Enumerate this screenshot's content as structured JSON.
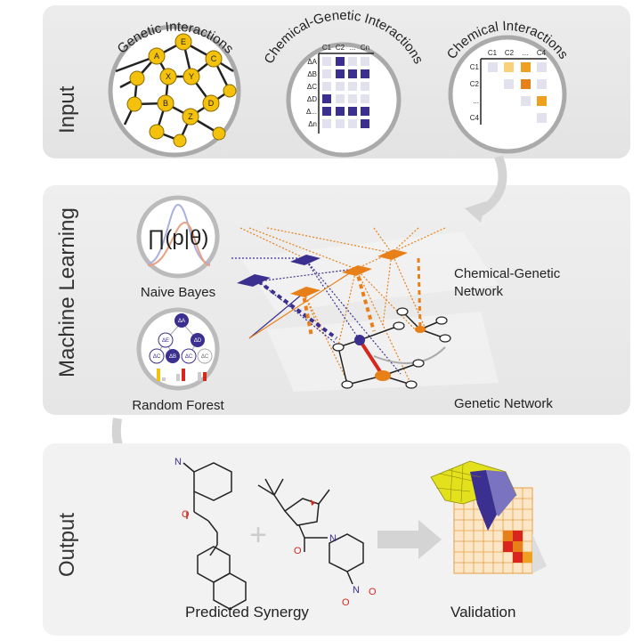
{
  "sections": {
    "input": "Input",
    "machine_learning": "Machine Learning",
    "output": "Output"
  },
  "input": {
    "genetic_title": "Genetic Interactions",
    "chemgen_title": "Chemical-Genetic Interactions",
    "chemical_title": "Chemical Interactions",
    "genetic_nodes": [
      "A",
      "E",
      "C",
      "X",
      "Y",
      "B",
      "Z",
      "D"
    ],
    "chemgen_cols": [
      "C1",
      "C2",
      "...",
      "Cn"
    ],
    "chemgen_rows": [
      "ΔA",
      "ΔB",
      "ΔC",
      "ΔD",
      "Δ...",
      "Δn"
    ],
    "chemical_cols": [
      "C1",
      "C2",
      "...",
      "C4"
    ],
    "chemical_rows": [
      "C1",
      "C2",
      "...",
      "C4"
    ]
  },
  "ml": {
    "formula": "∏(p|θ)",
    "naive_bayes": "Naive Bayes",
    "random_forest": "Random Forest",
    "tree_nodes": [
      "ΔA",
      "ΔE",
      "ΔD",
      "ΔC",
      "ΔB",
      "ΔC",
      "ΔC"
    ],
    "chemgen_network_1": "Chemical-Genetic",
    "chemgen_network_2": "Network",
    "genetic_network": "Genetic Network"
  },
  "output": {
    "atom_n": "N",
    "atom_o": "O",
    "plus": "+",
    "predicted_synergy": "Predicted Synergy",
    "validation": "Validation"
  },
  "colors": {
    "purple": "#3b2f8f",
    "orange": "#e8801a",
    "yellow": "#f4c20d",
    "light_cell": "#e2e2ee",
    "red": "#d8261c"
  }
}
